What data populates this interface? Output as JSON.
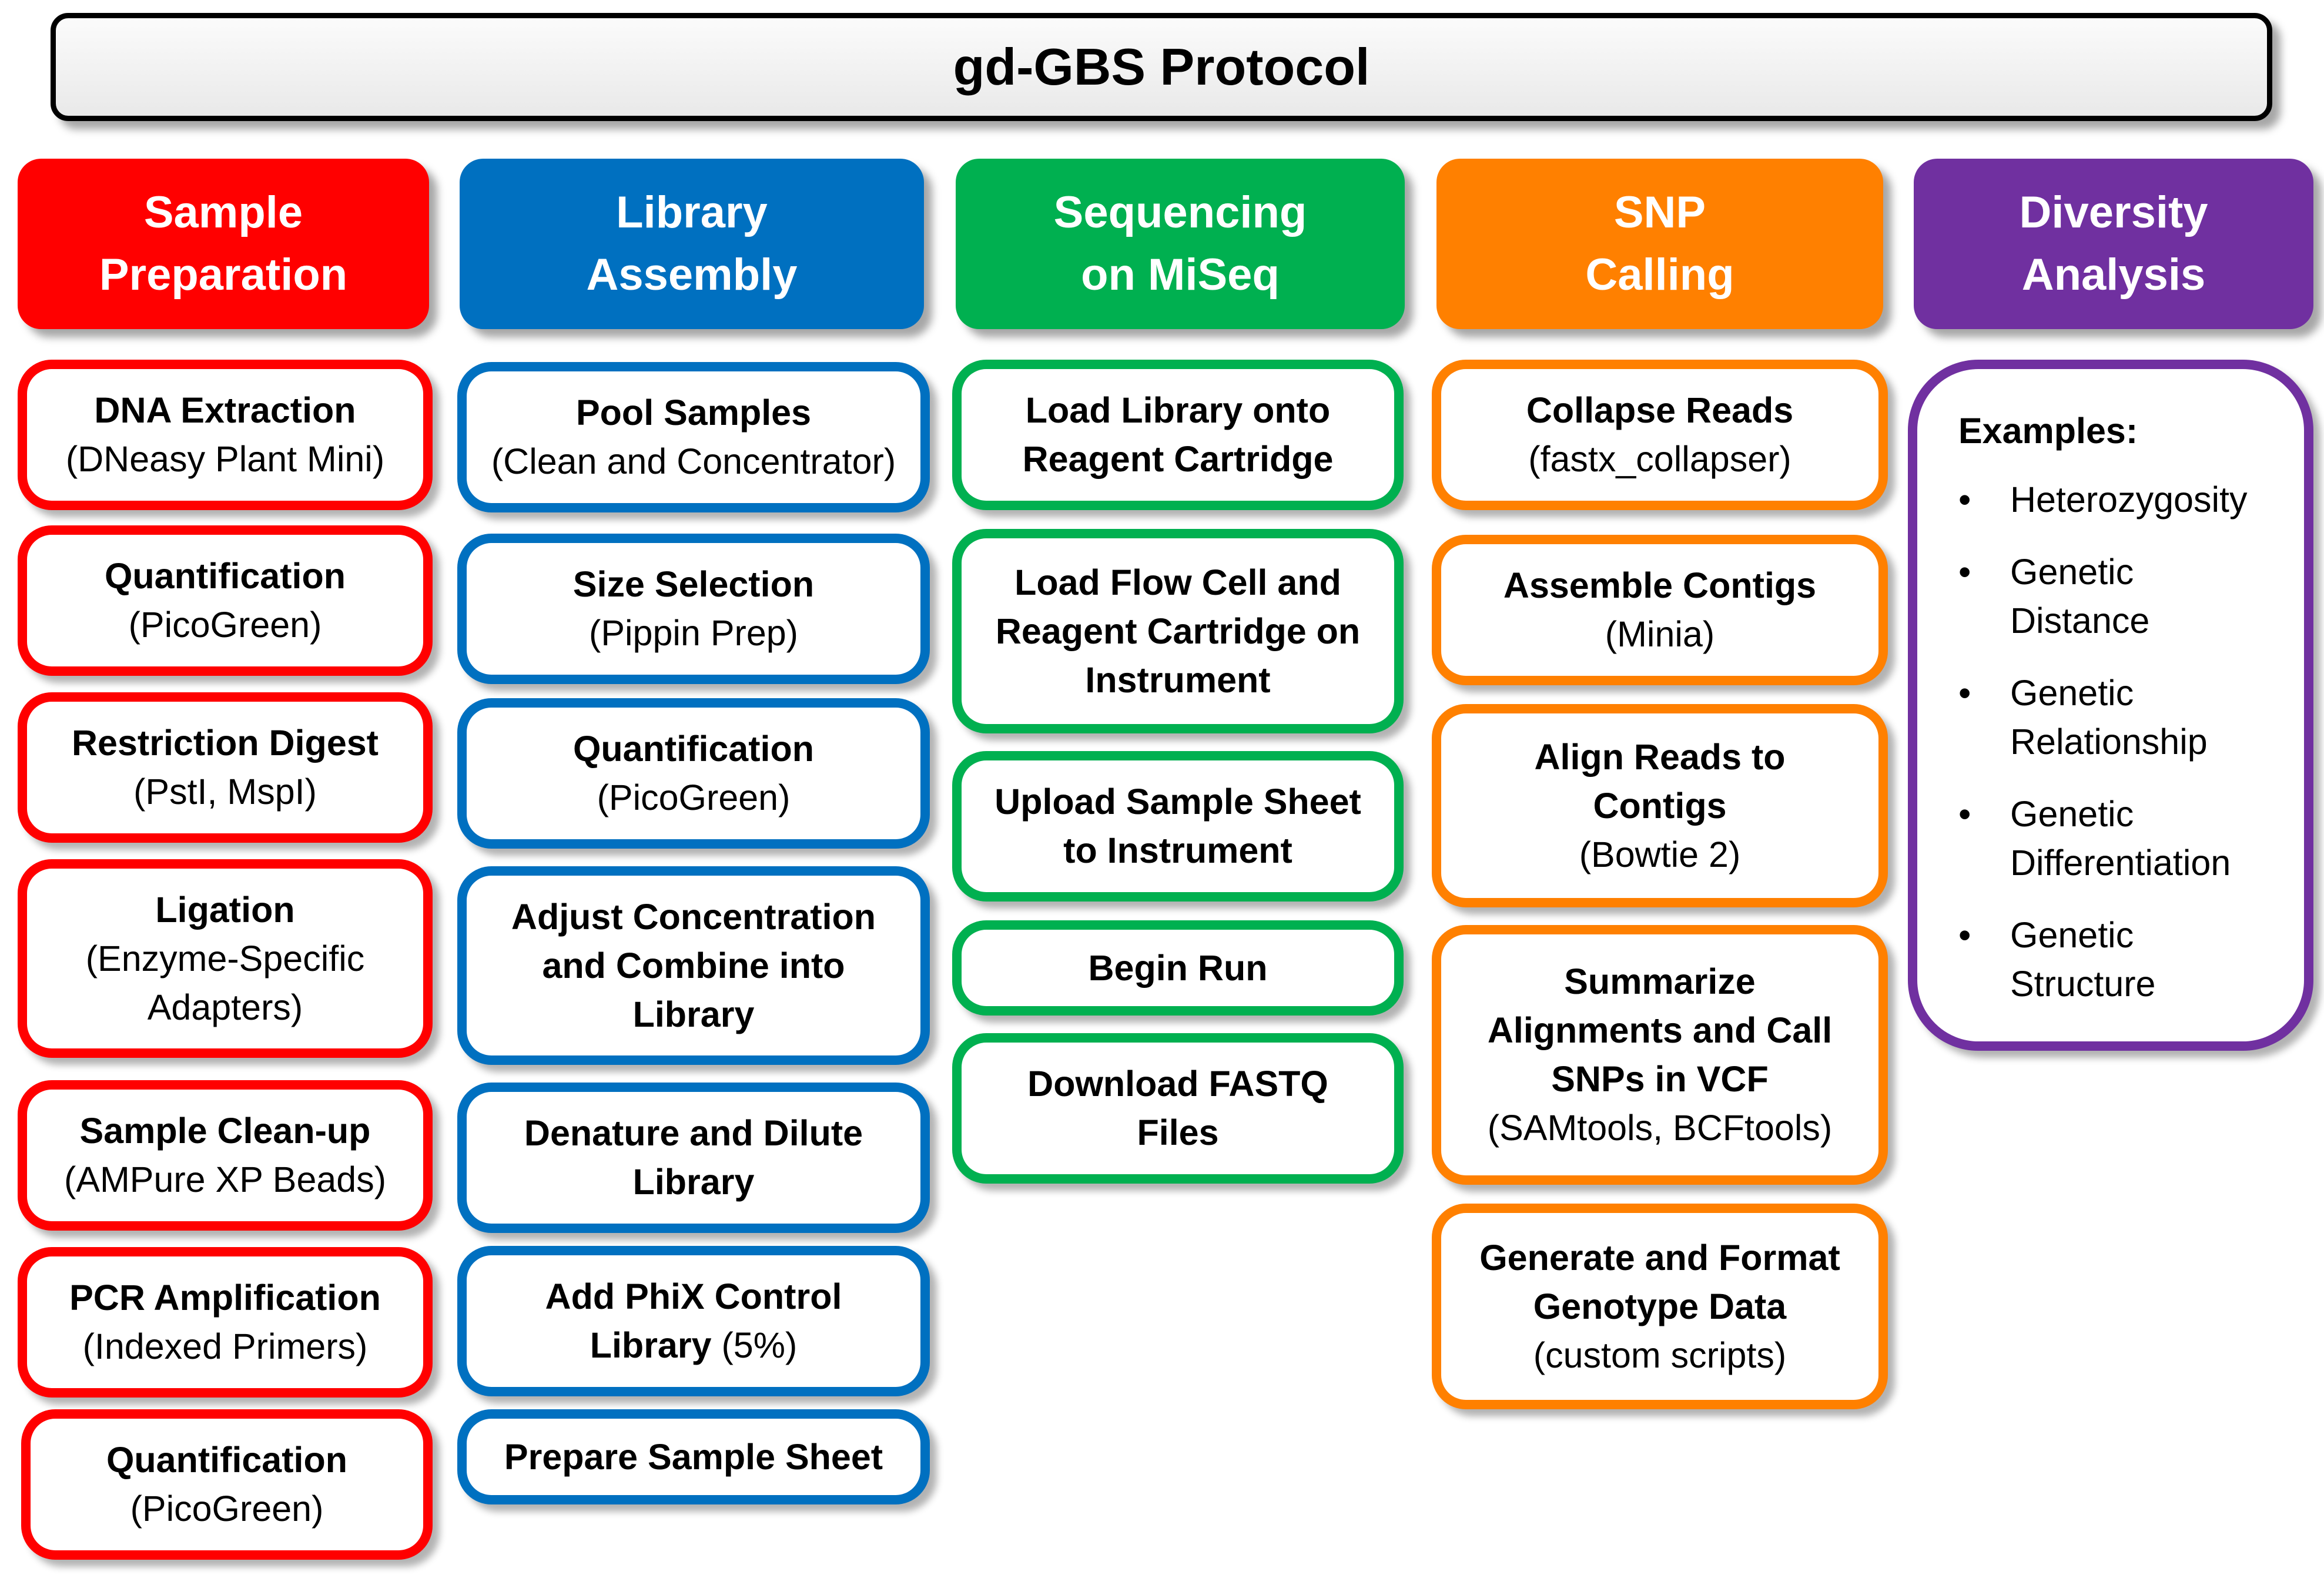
{
  "title": "gd-GBS Protocol",
  "colors": {
    "sample_preparation": "#ff0000",
    "library_assembly": "#0070c0",
    "sequencing": "#00b050",
    "snp_calling": "#ff8000",
    "diversity_analysis": "#7030a0"
  },
  "columns": {
    "sample_preparation": {
      "header": "Sample\nPreparation",
      "steps": [
        {
          "title": "DNA Extraction",
          "sub": "(DNeasy Plant Mini)"
        },
        {
          "title": "Quantification",
          "sub": "(PicoGreen)"
        },
        {
          "title": "Restriction Digest",
          "sub": "(PstI, MspI)"
        },
        {
          "title": "Ligation",
          "sub": "(Enzyme-Specific\nAdapters)"
        },
        {
          "title": "Sample Clean-up",
          "sub": "(AMPure XP Beads)"
        },
        {
          "title": "PCR Amplification",
          "sub": "(Indexed Primers)"
        },
        {
          "title": "Quantification",
          "sub": "(PicoGreen)"
        }
      ]
    },
    "library_assembly": {
      "header": "Library\nAssembly",
      "steps": [
        {
          "title": "Pool Samples",
          "sub": "(Clean and Concentrator)"
        },
        {
          "title": "Size Selection",
          "sub": "(Pippin Prep)"
        },
        {
          "title": "Quantification",
          "sub": "(PicoGreen)"
        },
        {
          "title": "Adjust Concentration\nand Combine into\nLibrary",
          "sub": ""
        },
        {
          "title": "Denature  and Dilute\nLibrary",
          "sub": ""
        },
        {
          "title": "Add PhiX Control",
          "title2": "Library",
          "sub": "(5%)"
        },
        {
          "title": "Prepare Sample Sheet",
          "sub": ""
        }
      ]
    },
    "sequencing": {
      "header": "Sequencing\non MiSeq",
      "steps": [
        {
          "title": "Load Library onto\nReagent Cartridge",
          "sub": ""
        },
        {
          "title": "Load Flow Cell and\nReagent Cartridge on\nInstrument",
          "sub": ""
        },
        {
          "title": "Upload Sample Sheet\nto Instrument",
          "sub": ""
        },
        {
          "title": "Begin Run",
          "sub": ""
        },
        {
          "title": "Download FASTQ\nFiles",
          "sub": ""
        }
      ]
    },
    "snp_calling": {
      "header": "SNP\nCalling",
      "steps": [
        {
          "title": "Collapse Reads",
          "sub": "(fastx_collapser)"
        },
        {
          "title": "Assemble Contigs",
          "sub": "(Minia)"
        },
        {
          "title": "Align Reads to\nContigs",
          "sub": "(Bowtie 2)"
        },
        {
          "title": "Summarize\nAlignments and Call\nSNPs in VCF",
          "sub": "(SAMtools, BCFtools)"
        },
        {
          "title": "Generate and Format\nGenotype Data",
          "sub": "(custom scripts)"
        }
      ]
    },
    "diversity_analysis": {
      "header": "Diversity\nAnalysis",
      "examples_title": "Examples:",
      "bullet": "•",
      "examples": [
        "Heterozygosity",
        "Genetic\nDistance",
        "Genetic\nRelationship",
        "Genetic\nDifferentiation",
        "Genetic\nStructure"
      ]
    }
  }
}
